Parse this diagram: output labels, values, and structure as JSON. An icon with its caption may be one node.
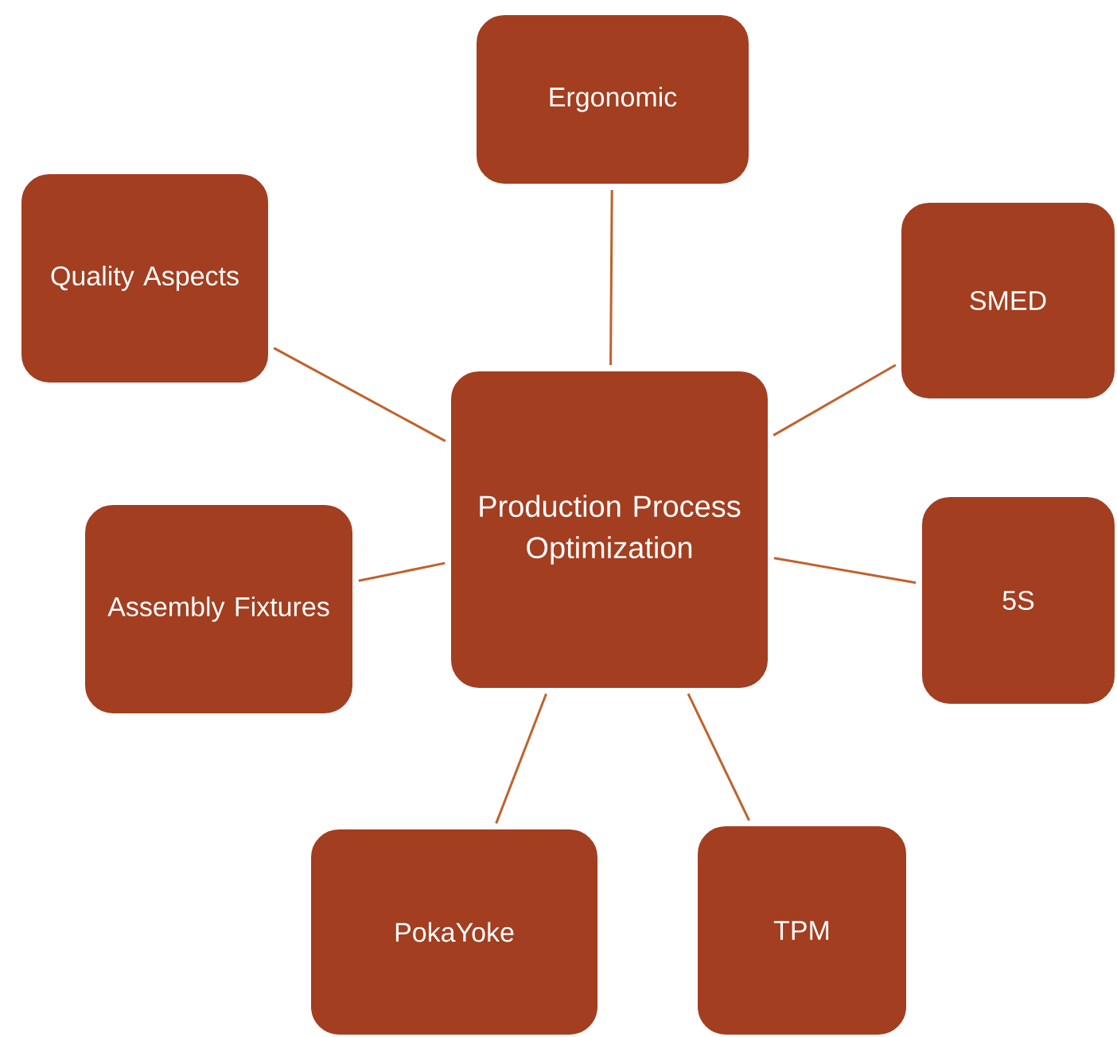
{
  "diagram": {
    "nodes": [
      {
        "text": [
          "Ergonomic"
        ]
      },
      {
        "text": [
          "Quality Aspects"
        ]
      },
      {
        "text": [
          "SMED"
        ]
      },
      {
        "text": [
          "Production Process Optimization"
        ]
      },
      {
        "text": [
          "5S"
        ]
      },
      {
        "text": [
          "Assembly Fixtures"
        ]
      },
      {
        "text": [
          "PokaYoke"
        ]
      },
      {
        "text": [
          "TPM"
        ]
      }
    ],
    "edges": [
      {
        "from": 3,
        "to": 0,
        "arrow": "none"
      },
      {
        "from": 3,
        "to": 1,
        "arrow": "none"
      },
      {
        "from": 3,
        "to": 2,
        "arrow": "none"
      },
      {
        "from": 3,
        "to": 4,
        "arrow": "none"
      },
      {
        "from": 3,
        "to": 5,
        "arrow": "none"
      },
      {
        "from": 3,
        "to": 6,
        "arrow": "none"
      },
      {
        "from": 3,
        "to": 7,
        "arrow": "none"
      }
    ]
  }
}
